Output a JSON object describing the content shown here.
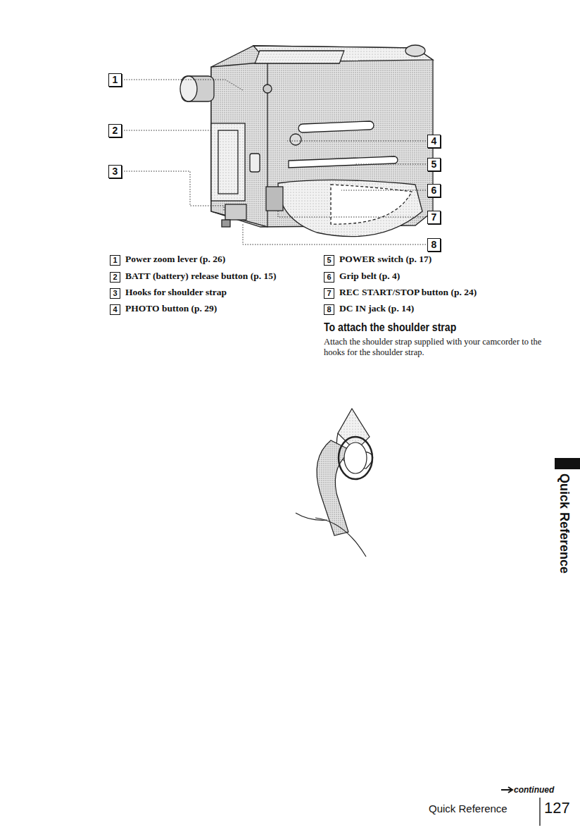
{
  "diagram": {
    "title": "To attach the shoulder strap",
    "labels": [
      "1",
      "2",
      "3",
      "4",
      "5",
      "6",
      "7",
      "8",
      "1",
      "2",
      "3",
      "4",
      "5",
      "6",
      "7",
      "8",
      "Power zoom lever (p. 26)",
      "BATT (battery) release button (p. 15)",
      "Hooks for shoulder strap",
      "PHOTO button (p. 29)",
      "POWER switch (p. 17)",
      "Grip belt (p. 4)",
      "REC START/STOP button (p. 24)",
      "DC IN jack (p. 14)",
      "Attach the shoulder strap supplied with your camcorder to the hooks for the shoulder strap.",
      "Quick Reference",
      "continued",
      "Quick Reference",
      "127"
    ]
  }
}
